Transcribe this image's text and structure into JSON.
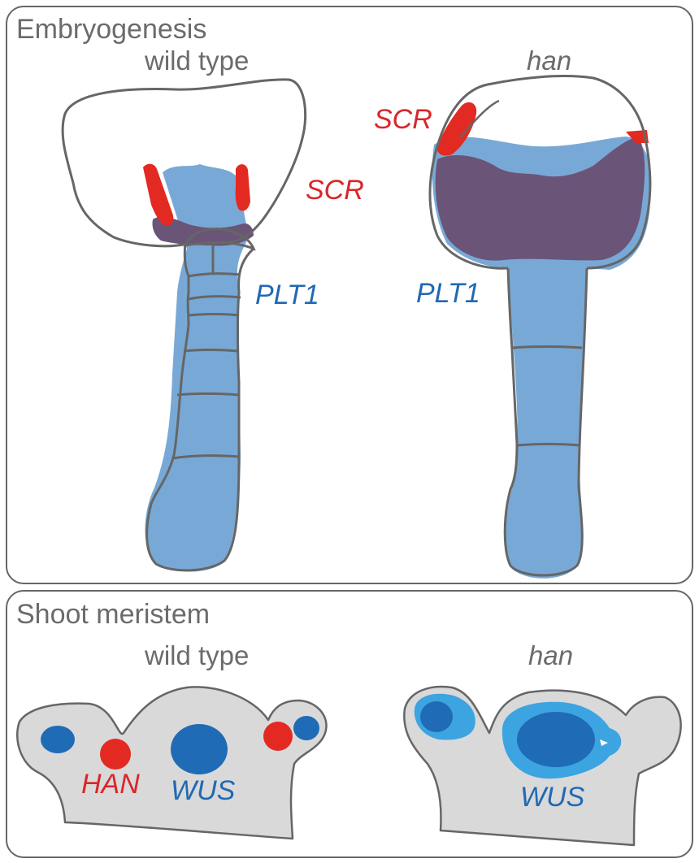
{
  "panels": {
    "embryogenesis": {
      "title": "Embryogenesis",
      "wild_type_label": "wild type",
      "mutant_label": "han",
      "genes": {
        "scr_wt": "SCR",
        "plt1_wt": "PLT1",
        "scr_mut": "SCR",
        "plt1_mut": "PLT1"
      }
    },
    "shoot_meristem": {
      "title": "Shoot meristem",
      "wild_type_label": "wild type",
      "mutant_label": "han",
      "genes": {
        "han_wt": "HAN",
        "wus_wt": "WUS",
        "wus_mut": "WUS"
      }
    }
  },
  "colors": {
    "outline": "#666666",
    "scr_red": "#e32a22",
    "plt1_blue": "#78a9d6",
    "overlap_purple": "#6a5478",
    "wus_blue": "#1f6bb6",
    "wus_light_blue": "#3ca4e0",
    "tissue_grey": "#d9d9d9",
    "label_red": "#d9262b",
    "label_blue": "#2069b3"
  }
}
